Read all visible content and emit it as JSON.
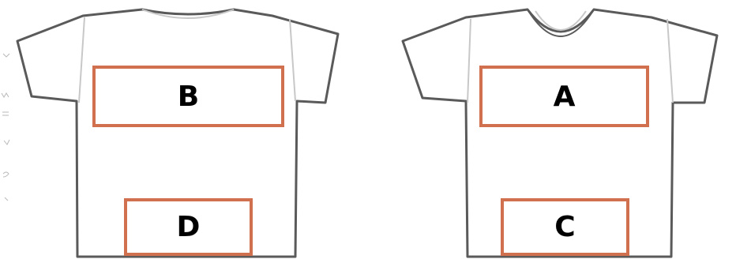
{
  "colors": {
    "outline": "#5a5a5a",
    "seam": "#c8c8c8",
    "zone_border": "#d0704e",
    "background": "#ffffff"
  },
  "shirts": [
    {
      "view": "back",
      "zones": [
        {
          "id": "b",
          "label": "B"
        },
        {
          "id": "d",
          "label": "D"
        }
      ]
    },
    {
      "view": "front",
      "zones": [
        {
          "id": "a",
          "label": "A"
        },
        {
          "id": "c",
          "label": "C"
        }
      ]
    }
  ]
}
